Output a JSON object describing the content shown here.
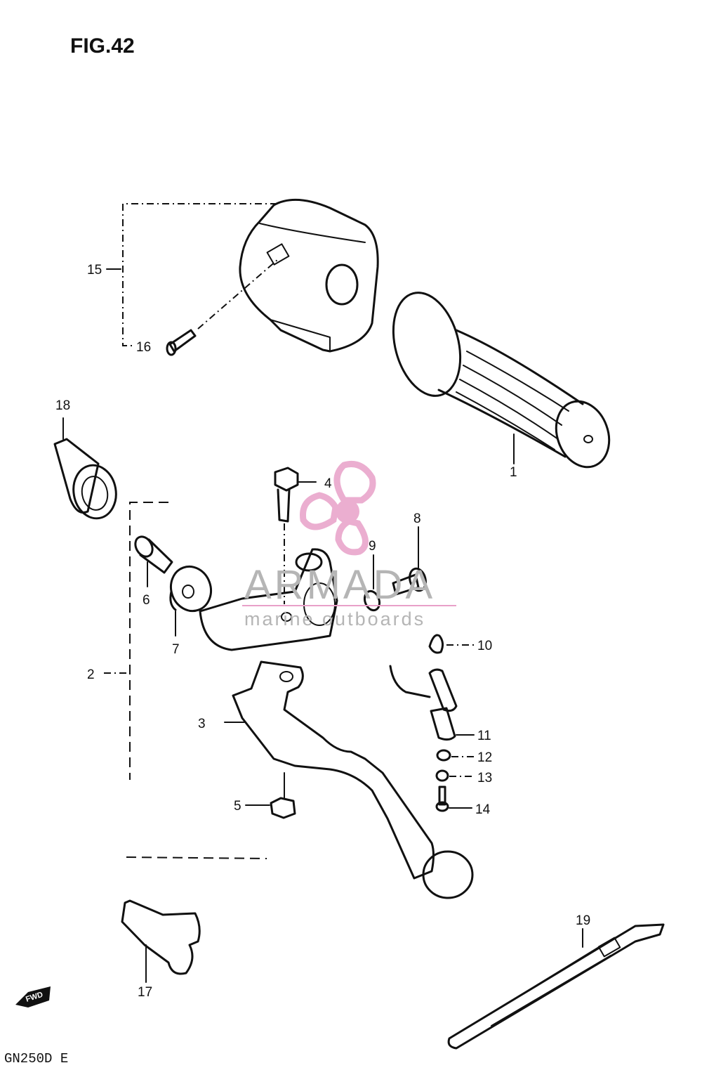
{
  "figure_title": "FIG.42",
  "model_code": "GN250D  E",
  "fwd_label": "FWD",
  "watermark": {
    "brand": "ARMADA",
    "tagline": "marine outboards",
    "logo_color": "#e8a0c8",
    "text_color": "#b5b5b5"
  },
  "callouts": {
    "c1": "1",
    "c2": "2",
    "c3": "3",
    "c4": "4",
    "c5": "5",
    "c6": "6",
    "c7": "7",
    "c8": "8",
    "c9": "9",
    "c10": "10",
    "c11": "11",
    "c12": "12",
    "c13": "13",
    "c14": "14",
    "c15": "15",
    "c16": "16",
    "c17": "17",
    "c18": "18",
    "c19": "19"
  }
}
